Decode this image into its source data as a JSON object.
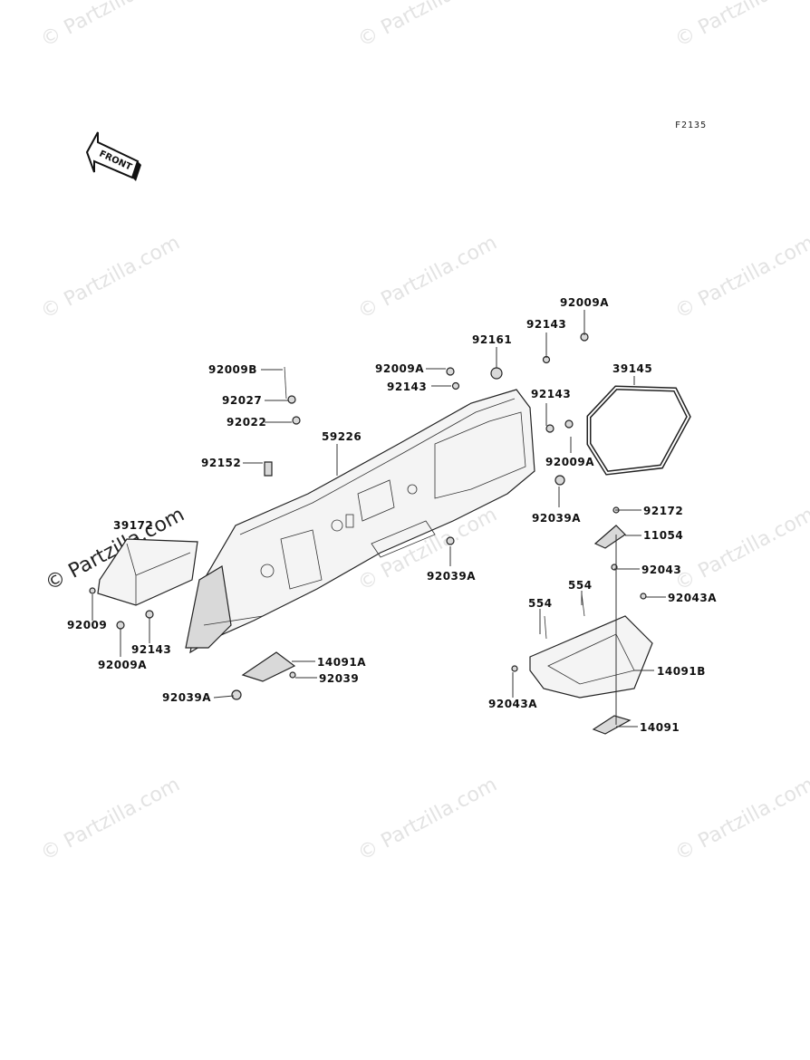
{
  "diagram_code": "F2135",
  "front_label": "FRONT",
  "watermark": "© Partzilla.com",
  "parts": {
    "p92009A_top": "92009A",
    "p92143_top": "92143",
    "p92161": "92161",
    "p39145": "39145",
    "p92009B": "92009B",
    "p92009A_mid": "92009A",
    "p92143_mid": "92143",
    "p92143_right": "92143",
    "p92027": "92027",
    "p92022": "92022",
    "p59226": "59226",
    "p92009A_right": "92009A",
    "p92152": "92152",
    "p92039A_right": "92039A",
    "p39172": "39172",
    "p92172": "92172",
    "p11054": "11054",
    "p92039A_mid": "92039A",
    "p92043": "92043",
    "p554_a": "554",
    "p92043A_right": "92043A",
    "p554_b": "554",
    "p92009": "92009",
    "p92143_left": "92143",
    "p92009A_left": "92009A",
    "p14091A": "14091A",
    "p14091B": "14091B",
    "p92039": "92039",
    "p92039A_left": "92039A",
    "p92043A_left": "92043A",
    "p14091": "14091"
  }
}
